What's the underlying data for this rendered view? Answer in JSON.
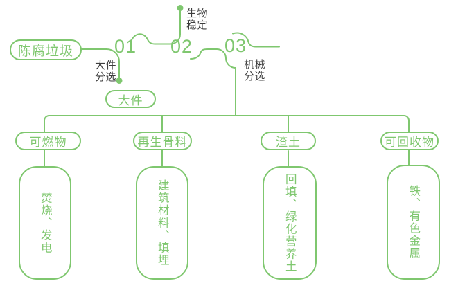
{
  "palette": {
    "green": "#7FC76F",
    "label_dark": "#3D3D3D",
    "background": "#FFFFFF"
  },
  "flowchart": {
    "source": {
      "label": "陈腐垃圾"
    },
    "steps": [
      {
        "number": "01",
        "label": "大件\n分选"
      },
      {
        "number": "02",
        "label": "生物\n稳定"
      },
      {
        "number": "03",
        "label": "机械\n分选"
      }
    ],
    "bypass": {
      "label": "大件"
    },
    "outputs": [
      {
        "category": "可燃物",
        "detail": "焚烧、发电"
      },
      {
        "category": "再生骨料",
        "detail": "建筑材料、填埋"
      },
      {
        "category": "渣土",
        "detail": "回填、绿化营养土"
      },
      {
        "category": "可回收物",
        "detail": "铁、有色金属"
      }
    ]
  }
}
